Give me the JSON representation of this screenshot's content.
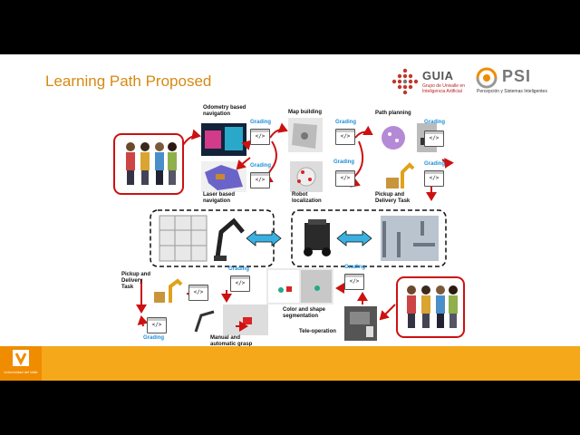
{
  "slide": {
    "title": "Learning Path Proposed"
  },
  "logos": {
    "guia": {
      "name": "GUIA",
      "subtitle": "Grupo de Univalle en Inteligencia Artificial"
    },
    "psi": {
      "name": "PSI",
      "subtitle": "Percepción y Sistemas Inteligentes"
    },
    "univalle": {
      "text": "Universidad del Valle"
    }
  },
  "steps": {
    "odometry": "Odometry based navigation",
    "laser": "Laser based navigation",
    "map_building": "Map building",
    "robot_localization": "Robot localization",
    "path_planning": "Path planning",
    "pickup_top": "Pickup and Delivery Task",
    "pickup_bottom": "Pickup and Delivery Task",
    "color_shape": "Color and shape segmentation",
    "manual_grasp": "Manual and automatic grasp",
    "teleop": "Tele-operation"
  },
  "grading_label": "Grading",
  "code_icon_text": "</>",
  "colors": {
    "title": "#d58a12",
    "arrow": "#cc1111",
    "grading": "#1f8fd8",
    "footer": "#f4a81a"
  }
}
